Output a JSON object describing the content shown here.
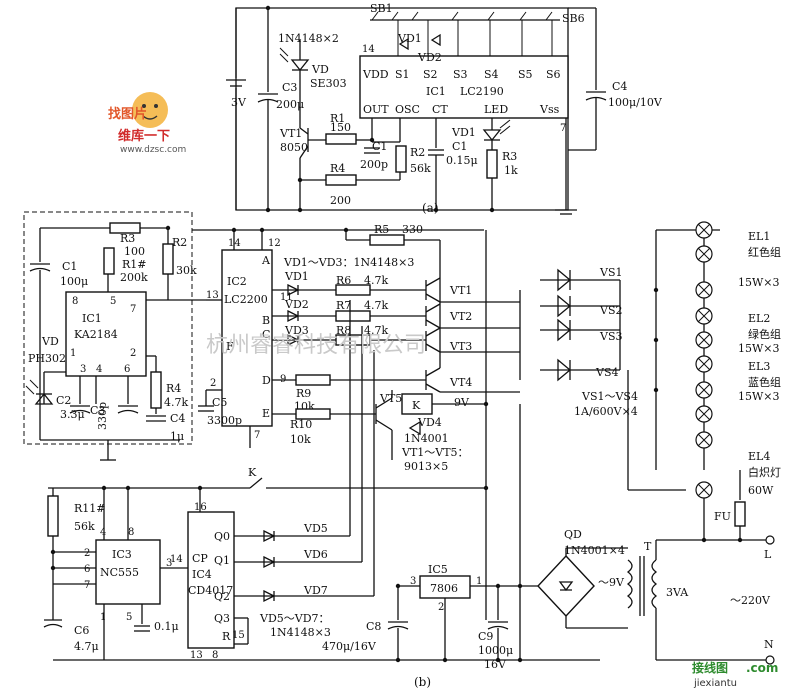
{
  "diagram_a": {
    "caption": "(a)",
    "power": "3V",
    "c3": "C3",
    "c3_val": "200μ",
    "vd_diodes": "1N4148×2",
    "vd": "VD",
    "vd_part": "SE303",
    "sb1": "SB1",
    "sb6": "SB6",
    "vd1": "VD1",
    "vd2": "VD2",
    "vdd": "VDD",
    "s1": "S1",
    "s2": "S2",
    "s3": "S3",
    "s4": "S4",
    "s5": "S5",
    "s6": "S6",
    "ic1": "IC1",
    "ic1_part": "LC2190",
    "out": "OUT",
    "osc": "OSC",
    "ct": "CT",
    "led": "LED",
    "vss": "Vss",
    "pin14": "14",
    "pin7": "7",
    "c4": "C4",
    "c4_val": "100μ/10V",
    "vt1": "VT1",
    "vt1_part": "8050",
    "r1": "R1",
    "r1_val": "150",
    "c1_left": "C1",
    "c1_left_val": "200p",
    "r2": "R2",
    "r2_val": "56k",
    "vd1_led": "VD1",
    "c1_right": "C1",
    "c1_right_val": "0.15μ",
    "r3": "R3",
    "r3_val": "1k",
    "r4": "R4",
    "r4_val": "200"
  },
  "diagram_b": {
    "caption": "(b)",
    "r3": "R3",
    "r3_val": "100",
    "r1": "R1#",
    "r1_val": "200k",
    "r2": "R2",
    "r2_val": "30k",
    "c1": "C1",
    "c1_val": "100μ",
    "ic1": "IC1",
    "ic1_part": "KA2184",
    "vd": "VD",
    "vd_part": "PH302",
    "r4": "R4",
    "r4_val": "4.7k",
    "c2": "C2",
    "c2_val": "3.3μ",
    "c3": "C3",
    "c3_val": "330p",
    "c4": "C4",
    "c4_val": "1μ",
    "ic1_pins": [
      "8",
      "5",
      "7",
      "1",
      "2",
      "3",
      "4",
      "6"
    ],
    "ic2": "IC2",
    "ic2_part": "LC2200",
    "ic2_pins": [
      "14",
      "12",
      "13",
      "2",
      "7"
    ],
    "ic2_outs": [
      "A",
      "B",
      "C",
      "F",
      "D",
      "E"
    ],
    "ic2_out_pins": [
      "11",
      "9"
    ],
    "c5": "C5",
    "c5_val": "3300p",
    "vd_group": "VD1～VD3：1N4148×3",
    "vd1": "VD1",
    "vd2": "VD2",
    "vd3": "VD3",
    "r5": "R5",
    "r5_val": "330",
    "r6": "R6",
    "r6_val": "4.7k",
    "r7": "R7",
    "r7_val": "4.7k",
    "r8": "R8",
    "r8_val": "4.7k",
    "r9": "R9",
    "r9_val": "10k",
    "r10": "R10",
    "r10_val": "10k",
    "vt1": "VT1",
    "vt2": "VT2",
    "vt3": "VT3",
    "vt4": "VT4",
    "vt5": "VT5",
    "vt_group": "VT1～VT5：",
    "vt_part": "9013×5",
    "relay": "K",
    "relay_v": "9V",
    "vd4": "VD4",
    "vd4_part": "1N4001",
    "vs1": "VS1",
    "vs2": "VS2",
    "vs3": "VS3",
    "vs4": "VS4",
    "vs_group": "VS1～VS4",
    "vs_part": "1A/600V×4",
    "el1": "EL1",
    "el1_name": "红色组",
    "el1_w": "15W×3",
    "el2": "EL2",
    "el2_name": "绿色组",
    "el2_w": "15W×3",
    "el3": "EL3",
    "el3_name": "蓝色组",
    "el3_w": "15W×3",
    "el4": "EL4",
    "el4_name": "白炽灯",
    "el4_w": "60W",
    "k_switch": "K",
    "r11": "R11#",
    "r11_val": "56k",
    "ic3": "IC3",
    "ic3_part": "NC555",
    "ic3_pins": [
      "4",
      "8",
      "2",
      "6",
      "7",
      "3",
      "1",
      "5"
    ],
    "c6": "C6",
    "c6_val": "4.7μ",
    "c7_val": "0.1μ",
    "ic4": "IC4",
    "ic4_part": "CD4017",
    "ic4_pins": [
      "16",
      "CP",
      "14",
      "Q0",
      "Q1",
      "Q2",
      "Q3",
      "R",
      "15",
      "13",
      "8"
    ],
    "vd5": "VD5",
    "vd6": "VD6",
    "vd7": "VD7",
    "vd57_group": "VD5～VD7：",
    "vd57_part": "1N4148×3",
    "c8": "C8",
    "c8_val": "470μ/16V",
    "ic5": "IC5",
    "ic5_part": "7806",
    "ic5_pins": [
      "3",
      "1",
      "2"
    ],
    "c9": "C9",
    "c9_val": "1000μ",
    "c9_v": "16V",
    "qd": "QD",
    "qd_part": "1N4001×4",
    "ac9": "～9V",
    "t": "T",
    "t_va": "3VA",
    "fu": "FU",
    "l": "L",
    "n": "N",
    "ac220": "～220V"
  },
  "watermark": "杭州睿睿科技有限公司",
  "logo_top_1": "找图片",
  "logo_top_2": "维库一下",
  "logo_top_url": "www.dzsc.com",
  "logo_bottom_1": "接线图",
  "logo_bottom_2": ".com",
  "logo_bottom_url": "jiexiantu"
}
